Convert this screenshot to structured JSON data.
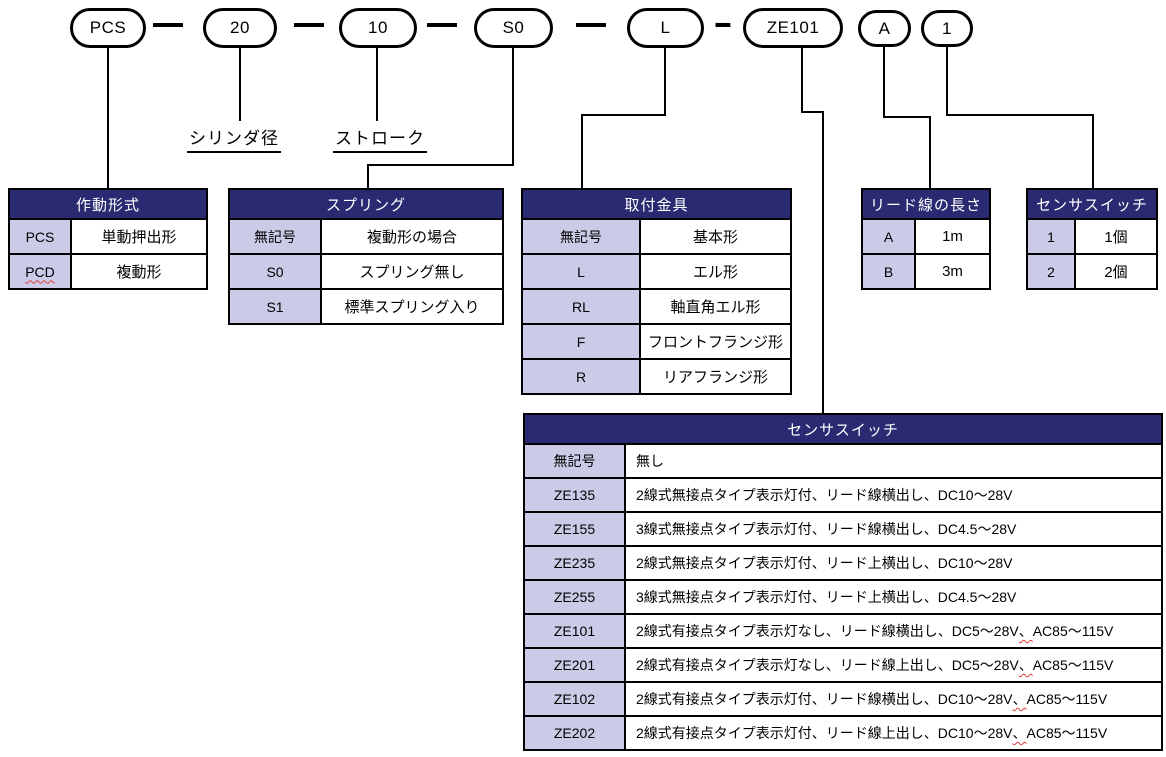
{
  "code_pills": [
    {
      "label": "PCS"
    },
    {
      "label": "20"
    },
    {
      "label": "10"
    },
    {
      "label": "S0"
    },
    {
      "label": "L"
    },
    {
      "label": "ZE101"
    },
    {
      "label": "A"
    },
    {
      "label": "1"
    }
  ],
  "separators": [
    "—",
    "—",
    "—",
    "—",
    "–"
  ],
  "labels": {
    "cylinder_bore": "シリンダ径",
    "stroke": "ストローク"
  },
  "tables": {
    "operation_type": {
      "title": "作動形式",
      "rows": [
        {
          "code": "PCS",
          "desc": "単動押出形"
        },
        {
          "code": "PCD",
          "desc": "複動形",
          "code_squiggle": true
        }
      ]
    },
    "spring": {
      "title": "スプリング",
      "rows": [
        {
          "code": "無記号",
          "desc": "複動形の場合"
        },
        {
          "code": "S0",
          "desc": "スプリング無し"
        },
        {
          "code": "S1",
          "desc": "標準スプリング入り"
        }
      ]
    },
    "mounting_bracket": {
      "title": "取付金具",
      "rows": [
        {
          "code": "無記号",
          "desc": "基本形"
        },
        {
          "code": "L",
          "desc": "エル形"
        },
        {
          "code": "RL",
          "desc": "軸直角エル形"
        },
        {
          "code": "F",
          "desc": "フロントフランジ形"
        },
        {
          "code": "R",
          "desc": "リアフランジ形"
        }
      ]
    },
    "lead_wire_length": {
      "title": "リード線の長さ",
      "rows": [
        {
          "code": "A",
          "desc": "1m"
        },
        {
          "code": "B",
          "desc": "3m"
        }
      ]
    },
    "sensor_switch_qty": {
      "title": "センサスイッチ",
      "rows": [
        {
          "code": "1",
          "desc": "1個"
        },
        {
          "code": "2",
          "desc": "2個"
        }
      ]
    },
    "sensor_switch": {
      "title": "センサスイッチ",
      "rows": [
        {
          "code": "無記号",
          "desc": "無し"
        },
        {
          "code": "ZE135",
          "desc": "2線式無接点タイプ表示灯付、リード線横出し、DC10〜28V"
        },
        {
          "code": "ZE155",
          "desc": "3線式無接点タイプ表示灯付、リード線横出し、DC4.5〜28V"
        },
        {
          "code": "ZE235",
          "desc": "2線式無接点タイプ表示灯付、リード上横出し、DC10〜28V"
        },
        {
          "code": "ZE255",
          "desc": "3線式無接点タイプ表示灯付、リード上横出し、DC4.5〜28V"
        },
        {
          "code": "ZE101",
          "desc": "2線式有接点タイプ表示灯なし、リード線横出し、DC5〜28V、AC85〜115V",
          "desc_squiggle": true
        },
        {
          "code": "ZE201",
          "desc": "2線式有接点タイプ表示灯なし、リード線上出し、DC5〜28V、AC85〜115V",
          "desc_squiggle": true
        },
        {
          "code": "ZE102",
          "desc": "2線式有接点タイプ表示灯付、リード線横出し、DC10〜28V、AC85〜115V",
          "desc_squiggle": true
        },
        {
          "code": "ZE202",
          "desc": "2線式有接点タイプ表示灯付、リード線上出し、DC10〜28V、AC85〜115V",
          "desc_squiggle": true
        }
      ]
    }
  },
  "colors": {
    "header_bg": "#2a2a72",
    "code_column_bg": "#cbcbe8",
    "line": "#000000",
    "squiggle": "#e03a3a"
  }
}
